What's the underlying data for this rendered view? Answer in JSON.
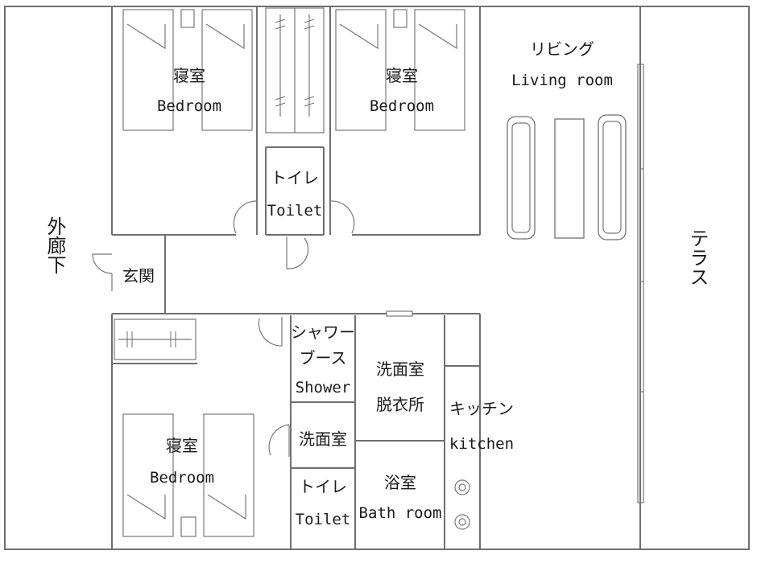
{
  "floor_plan": {
    "corridor": "外廊下",
    "terrace": "テラス",
    "entrance": "玄関",
    "living": {
      "jp": "リビング",
      "en": "Living  room"
    },
    "bedrooms": [
      {
        "jp": "寝室",
        "en": "Bedroom"
      },
      {
        "jp": "寝室",
        "en": "Bedroom"
      },
      {
        "jp": "寝室",
        "en": "Bedroom"
      }
    ],
    "toilet_upper": {
      "jp": "トイレ",
      "en": "Toilet"
    },
    "toilet_lower": {
      "jp": "トイレ",
      "en": "Toilet"
    },
    "shower": {
      "jp_line1": "シャワー",
      "jp_line2": "ブース",
      "en": "Shower"
    },
    "washroom": "洗面室",
    "dressing": {
      "line1": "洗面室",
      "line2": "脱衣所"
    },
    "bathroom": {
      "jp": "浴室",
      "en": "Bath room"
    },
    "kitchen": {
      "jp": "キッチン",
      "en": "kitchen"
    }
  }
}
